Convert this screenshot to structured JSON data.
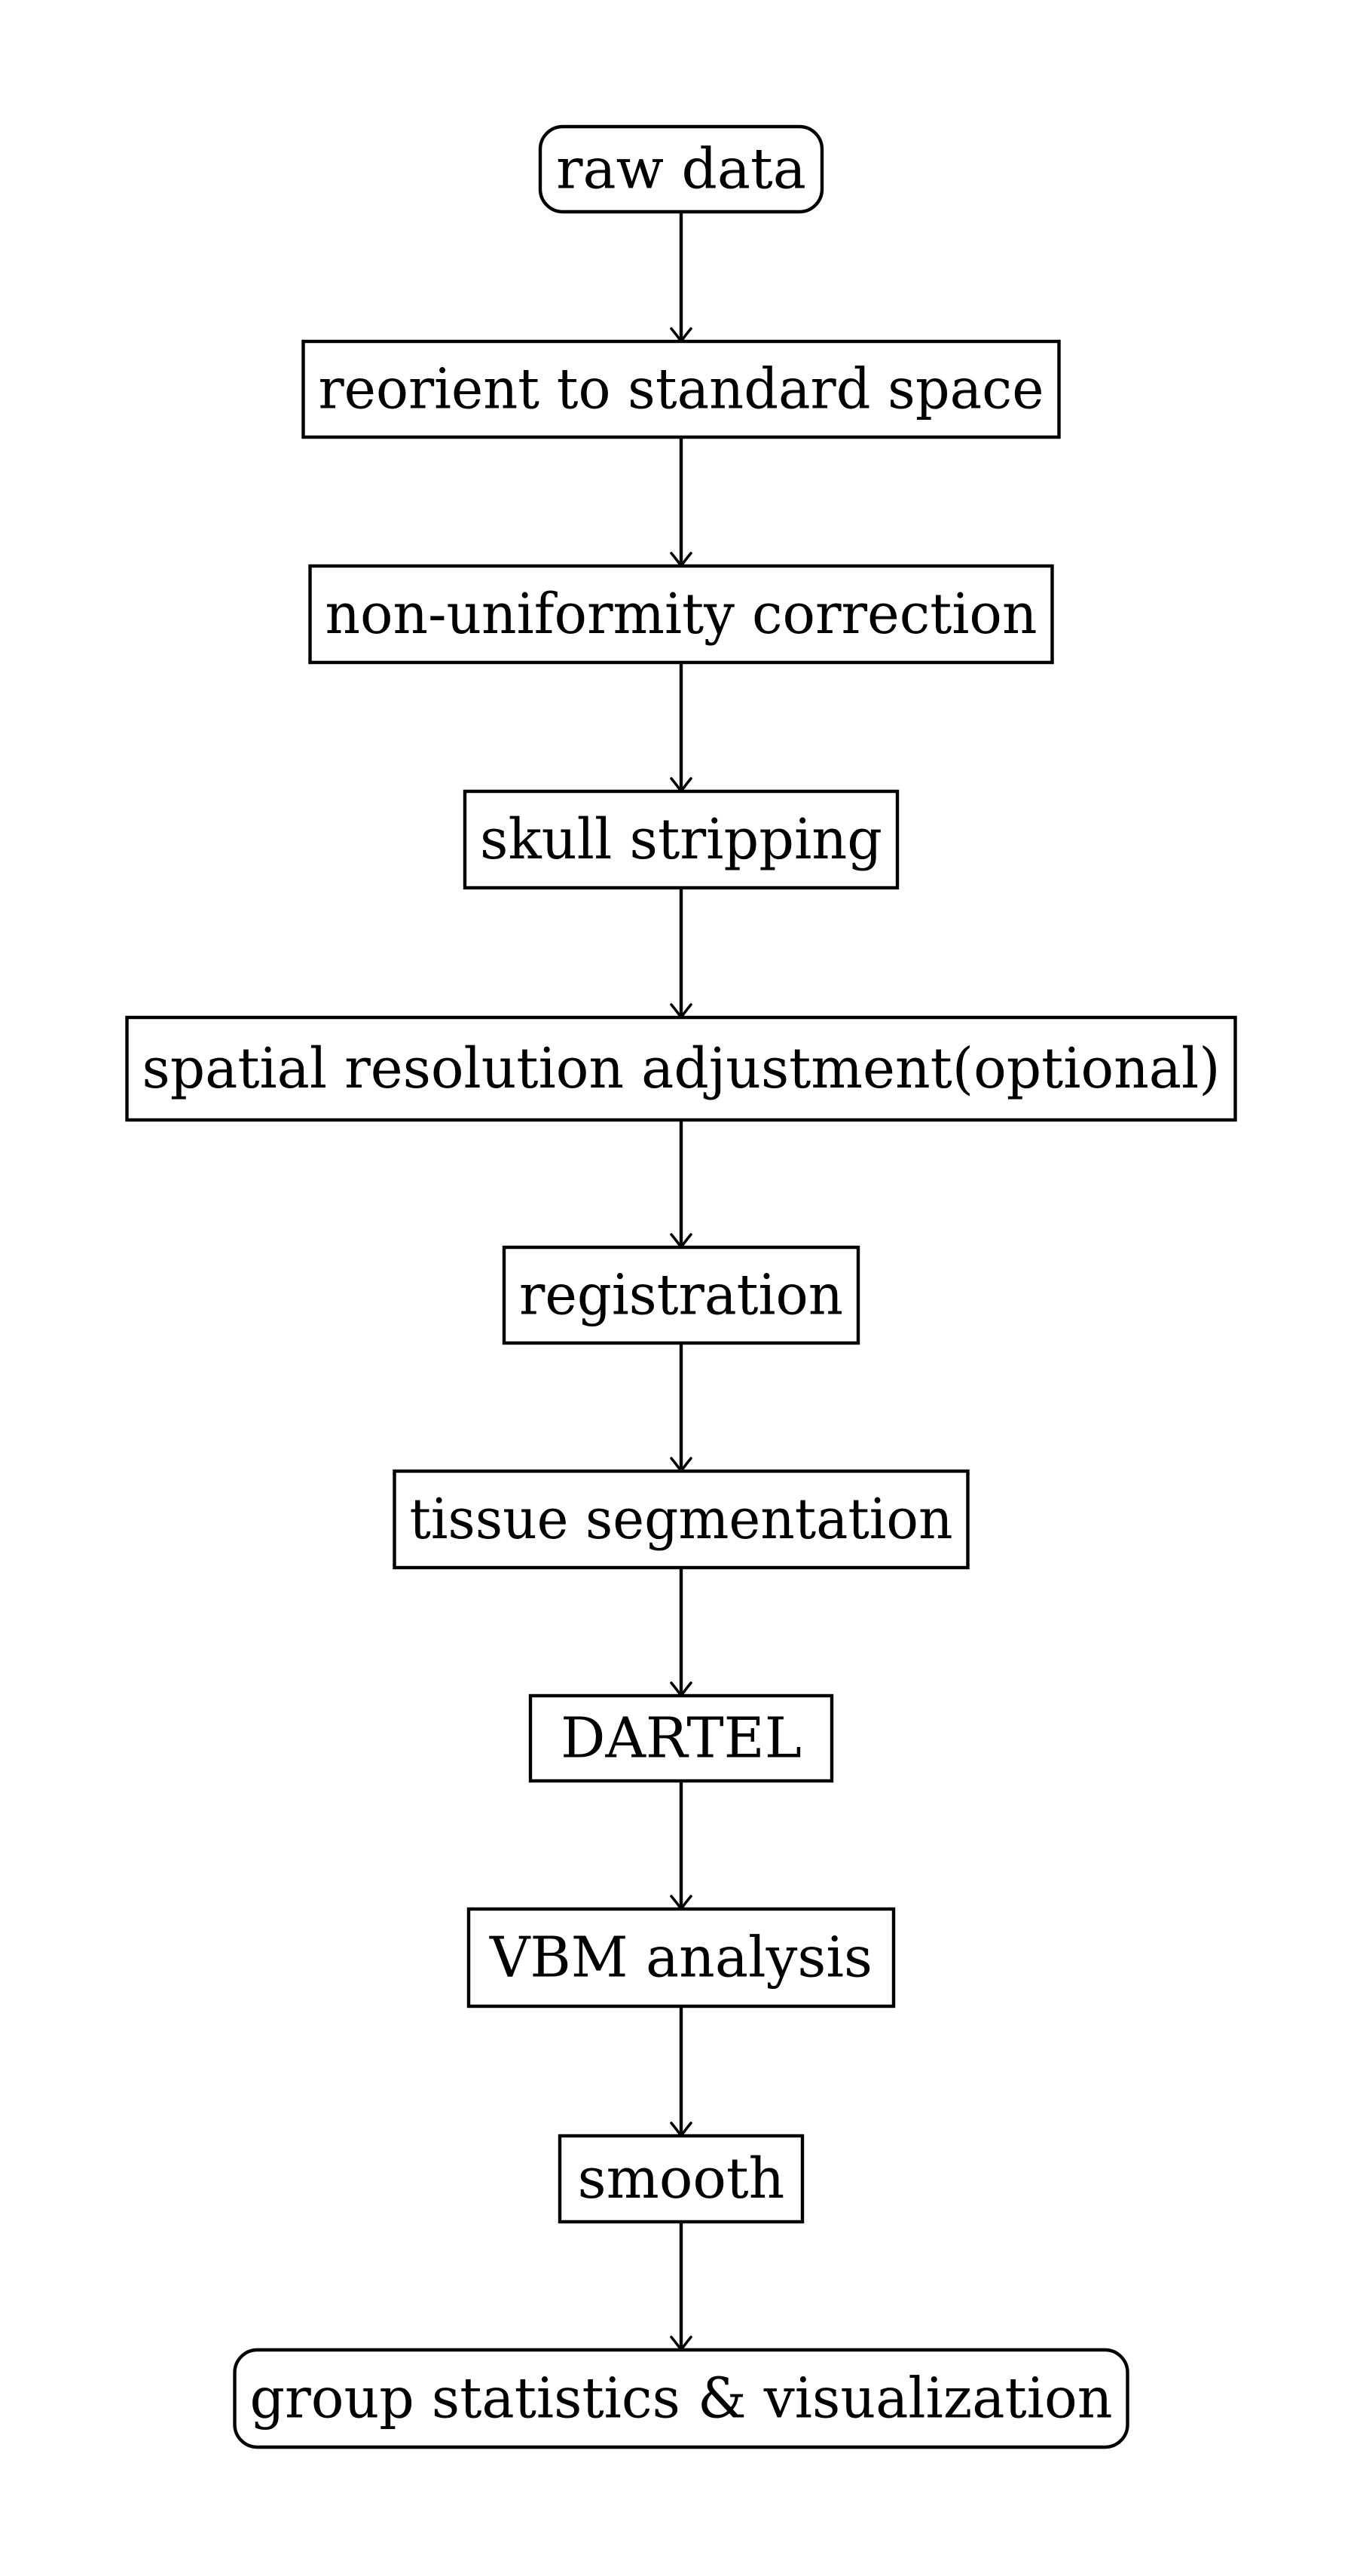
{
  "flowchart": {
    "nodes": [
      {
        "id": "raw-data",
        "label": "raw data",
        "shape": "rounded"
      },
      {
        "id": "reorient",
        "label": "reorient to standard space",
        "shape": "rect"
      },
      {
        "id": "non-uniformity",
        "label": "non-uniformity correction",
        "shape": "rect"
      },
      {
        "id": "skull-stripping",
        "label": "skull stripping",
        "shape": "rect"
      },
      {
        "id": "spatial-resolution",
        "label": "spatial resolution adjustment(optional)",
        "shape": "rect"
      },
      {
        "id": "registration",
        "label": "registration",
        "shape": "rect"
      },
      {
        "id": "tissue-segmentation",
        "label": "tissue segmentation",
        "shape": "rect"
      },
      {
        "id": "dartel",
        "label": "DARTEL",
        "shape": "rect"
      },
      {
        "id": "vbm-analysis",
        "label": "VBM analysis",
        "shape": "rect"
      },
      {
        "id": "smooth",
        "label": "smooth",
        "shape": "rect"
      },
      {
        "id": "group-statistics",
        "label": "group statistics & visualization",
        "shape": "rounded"
      }
    ],
    "edges": [
      {
        "from": "raw-data",
        "to": "reorient"
      },
      {
        "from": "reorient",
        "to": "non-uniformity"
      },
      {
        "from": "non-uniformity",
        "to": "skull-stripping"
      },
      {
        "from": "skull-stripping",
        "to": "spatial-resolution"
      },
      {
        "from": "spatial-resolution",
        "to": "registration"
      },
      {
        "from": "registration",
        "to": "tissue-segmentation"
      },
      {
        "from": "tissue-segmentation",
        "to": "dartel"
      },
      {
        "from": "dartel",
        "to": "vbm-analysis"
      },
      {
        "from": "vbm-analysis",
        "to": "smooth"
      },
      {
        "from": "smooth",
        "to": "group-statistics"
      }
    ],
    "colors": {
      "stroke": "#000000",
      "fill": "#ffffff",
      "text": "#000000"
    }
  }
}
